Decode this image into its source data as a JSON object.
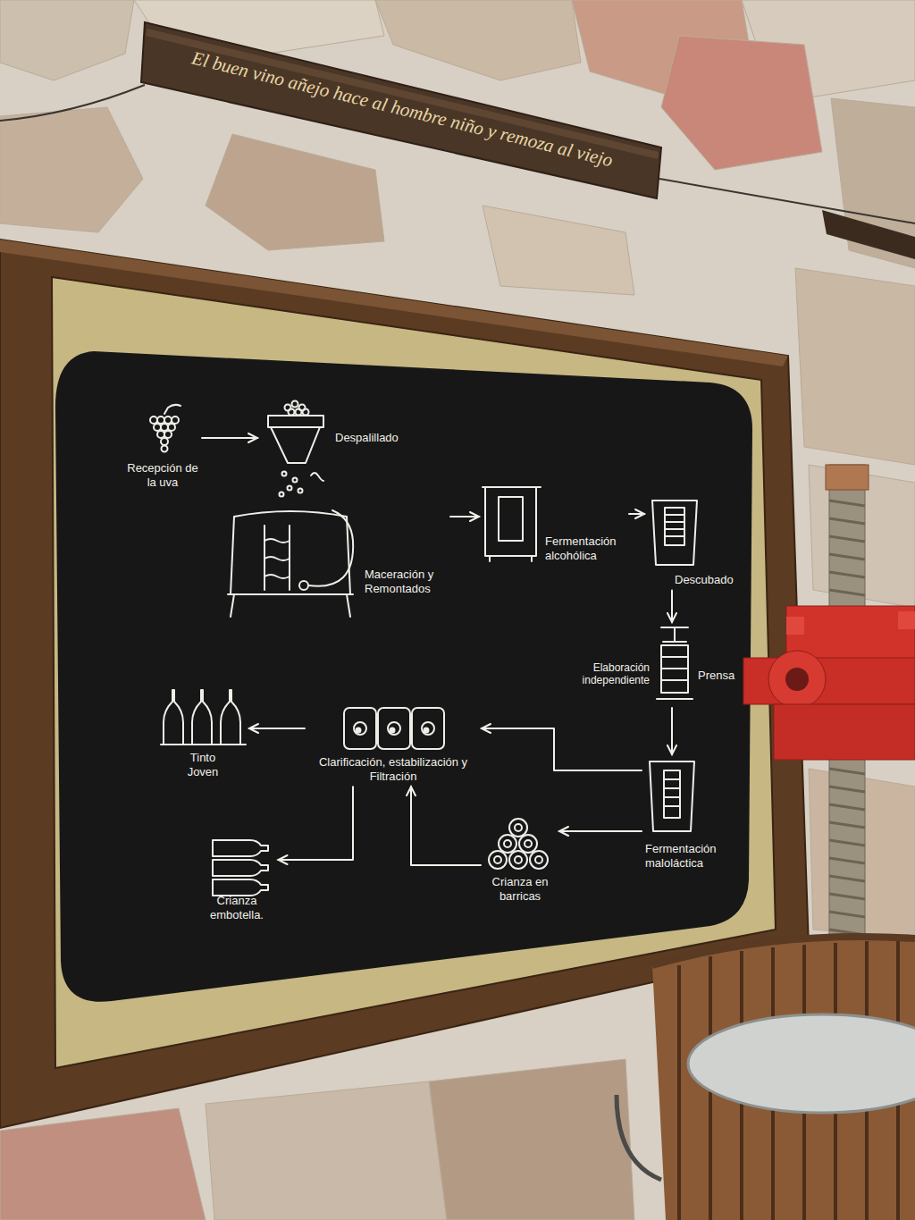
{
  "diagram": {
    "nodes": [
      {
        "text": [
          "Recepción de la uva"
        ]
      },
      {
        "text": [
          "Despalillado"
        ]
      },
      {
        "text": [
          "Maceración y Remontados"
        ]
      },
      {
        "text": [
          "Fermentación alcohólica"
        ]
      },
      {
        "text": [
          "Descubado"
        ]
      },
      {
        "text": [
          "Elaboración independiente",
          "Prensa"
        ]
      },
      {
        "text": [
          "Fermentación maloláctica"
        ]
      },
      {
        "text": [
          "Clarificación, estabilización y Filtración"
        ]
      },
      {
        "text": [
          "Tinto Joven"
        ]
      },
      {
        "text": [
          "Crianza en barricas"
        ]
      },
      {
        "text": [
          "Crianza embotella."
        ]
      }
    ],
    "edges": [
      {
        "from": 0,
        "to": 1,
        "arrow": "to"
      },
      {
        "from": 2,
        "to": 3,
        "arrow": "to"
      },
      {
        "from": 3,
        "to": 4,
        "arrow": "to"
      },
      {
        "from": 4,
        "to": 5,
        "arrow": "to"
      },
      {
        "from": 5,
        "to": 6,
        "arrow": "to"
      },
      {
        "from": 6,
        "to": 7,
        "arrow": "to"
      },
      {
        "from": 7,
        "to": 8,
        "arrow": "to"
      },
      {
        "from": 6,
        "to": 9,
        "arrow": "to"
      },
      {
        "from": 9,
        "to": 7,
        "arrow": "to"
      },
      {
        "from": 7,
        "to": 10,
        "arrow": "to"
      }
    ],
    "labels": [
      "El buen vino añejo hace al hombre niño y remoza al viejo"
    ]
  }
}
